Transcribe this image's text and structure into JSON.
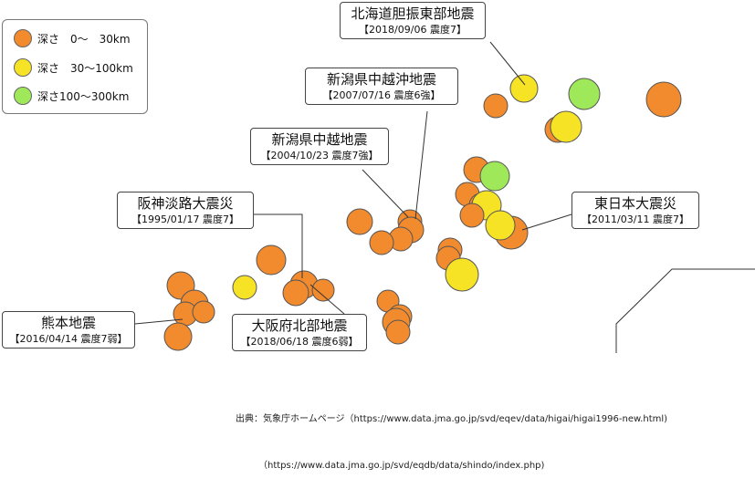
{
  "legend": {
    "items": [
      {
        "label": "深さ　0～　30km",
        "color": "#f28a2e"
      },
      {
        "label": "深さ　30～100km",
        "color": "#f7e326"
      },
      {
        "label": "深さ100～300km",
        "color": "#9ee85a"
      }
    ]
  },
  "colors": {
    "shallow": "#f28a2e",
    "mid": "#f7e326",
    "deep": "#9ee85a",
    "stroke": "#555555",
    "leader": "#333333"
  },
  "events": [
    {
      "id": "hokkaido",
      "title": "北海道胆振東部地震",
      "subtitle": "【2018/09/06 震度7】"
    },
    {
      "id": "niigata2007",
      "title": "新潟県中越沖地震",
      "subtitle": "【2007/07/16 震度6強】"
    },
    {
      "id": "niigata2004",
      "title": "新潟県中越地震",
      "subtitle": "【2004/10/23 震度7強】"
    },
    {
      "id": "hanshin",
      "title": "阪神淡路大震災",
      "subtitle": "【1995/01/17 震度7】"
    },
    {
      "id": "tohoku",
      "title": "東日本大震災",
      "subtitle": "【2011/03/11 震度7】"
    },
    {
      "id": "kumamoto",
      "title": "熊本地震",
      "subtitle": "【2016/04/14 震度7弱】"
    },
    {
      "id": "osaka",
      "title": "大阪府北部地震",
      "subtitle": "【2018/06/18 震度6弱】"
    }
  ],
  "source": {
    "line1": "出典：気象庁ホームページ（https://www.data.jma.go.jp/svd/eqev/data/higai/higai1996-new.html)",
    "line2": "　　　（https://www.data.jma.go.jp/svd/eqdb/data/shindo/index.php)"
  }
}
